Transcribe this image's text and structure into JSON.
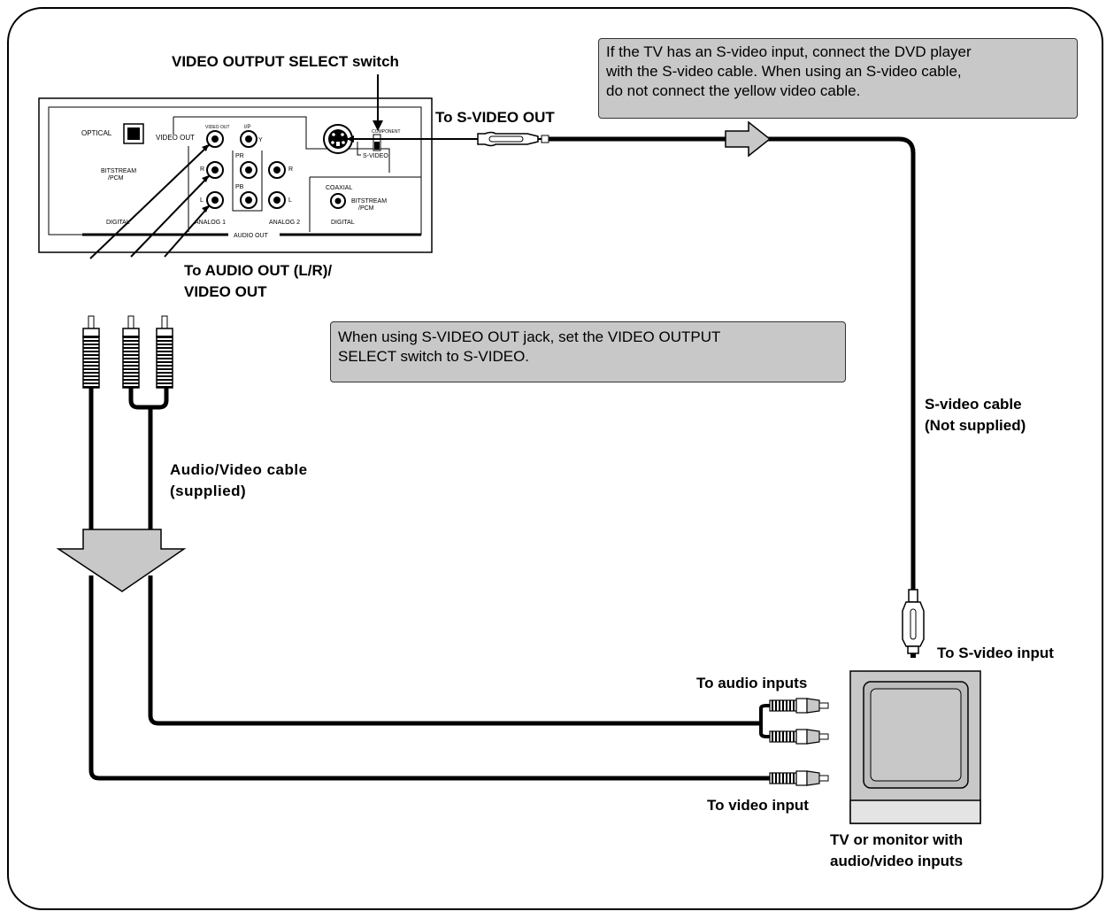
{
  "labels": {
    "video_output_select": "VIDEO OUTPUT SELECT switch",
    "to_svideo_out": "To S-VIDEO OUT",
    "to_audio_out_1": "To AUDIO OUT (L/R)/",
    "to_audio_out_2": "VIDEO OUT",
    "av_cable_1": "Audio/Video cable",
    "av_cable_2": "(supplied)",
    "svideo_cable_1": "S-video cable",
    "svideo_cable_2": "(Not supplied)",
    "to_svideo_input": "To S-video input",
    "to_audio_inputs": "To audio inputs",
    "to_video_input": "To video input",
    "tv_1": "TV or monitor with",
    "tv_2": "audio/video inputs"
  },
  "notes": {
    "svideo_tip_1": "If the TV has an S-video input, connect the DVD player",
    "svideo_tip_2": "with the S-video cable. When using an S-video cable,",
    "svideo_tip_3": "do not connect the yellow video cable.",
    "switch_tip_1": "When using S-VIDEO OUT jack, set the VIDEO OUTPUT",
    "switch_tip_2": "SELECT switch to S-VIDEO."
  },
  "panel": {
    "optical": "OPTICAL",
    "bitstream": "BITSTREAM",
    "pcm": "/PCM",
    "digital": "DIGITAL",
    "video_out": "VIDEO OUT",
    "video_out_small": "VIDEO OUT",
    "ip": "I/P",
    "y": "Y",
    "pr": "PR",
    "pb": "PB",
    "r": "R",
    "l": "L",
    "analog1": "ANALOG 1",
    "analog2": "ANALOG 2",
    "audio_out": "AUDIO OUT",
    "component": "COMPONENT",
    "svideo": "S-VIDEO",
    "coaxial": "COAXIAL",
    "bitstream2": "BITSTREAM",
    "pcm2": "/PCM",
    "digital2": "DIGITAL"
  }
}
